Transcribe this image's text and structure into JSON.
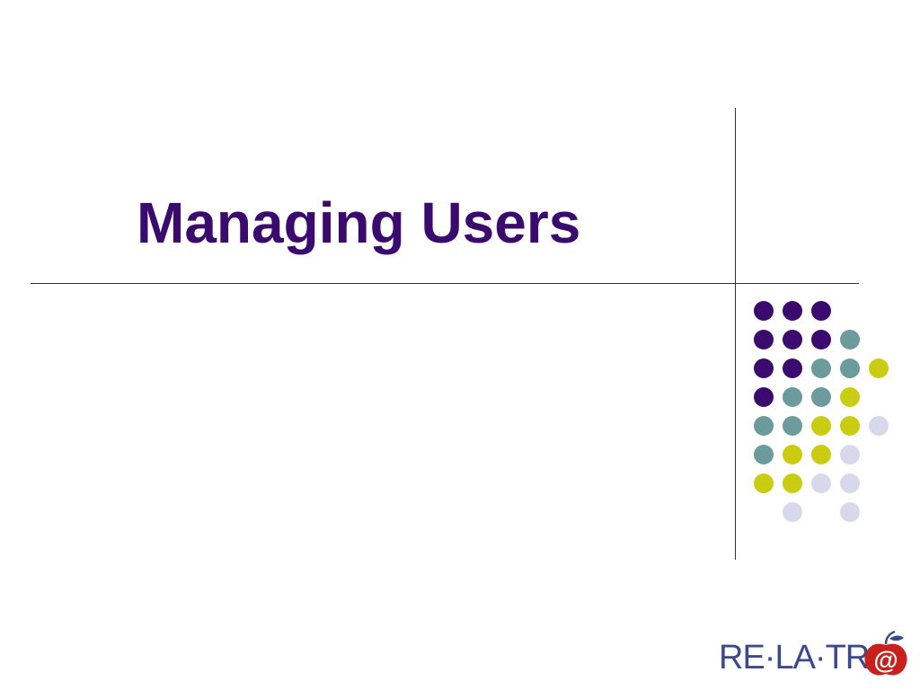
{
  "slide": {
    "title": "Managing Users"
  },
  "colors": {
    "title": "#3a0a6e",
    "purple": "#3a0a6e",
    "teal": "#6b9b9c",
    "chartreuse": "#c9cc11",
    "lavender": "#d8d8ec",
    "logo_text": "#3b4a8a",
    "logo_apple": "#c8201a",
    "rule": "#333333"
  },
  "dot_grid": {
    "rows": [
      [
        "purple",
        "purple",
        "purple",
        "",
        ""
      ],
      [
        "purple",
        "purple",
        "purple",
        "teal",
        ""
      ],
      [
        "purple",
        "purple",
        "teal",
        "teal",
        "chartreuse"
      ],
      [
        "purple",
        "teal",
        "teal",
        "chartreuse",
        ""
      ],
      [
        "teal",
        "teal",
        "chartreuse",
        "chartreuse",
        "lavender"
      ],
      [
        "teal",
        "chartreuse",
        "chartreuse",
        "lavender",
        ""
      ],
      [
        "chartreuse",
        "chartreuse",
        "lavender",
        "lavender",
        ""
      ],
      [
        "",
        "lavender",
        "",
        "lavender",
        ""
      ]
    ]
  },
  "logo": {
    "text": "RE·LA·TRIX",
    "mark": "@"
  }
}
